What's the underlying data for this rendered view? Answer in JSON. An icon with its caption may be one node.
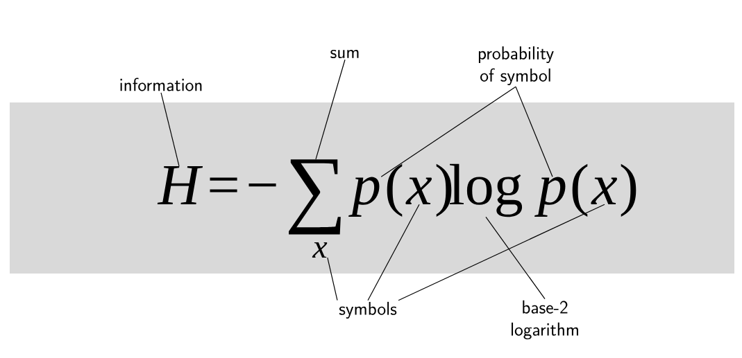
{
  "diagram": {
    "nodes": [
      {
        "text": [
          "information"
        ]
      },
      {
        "text": [
          "sum"
        ]
      },
      {
        "text": [
          "probability of symbol"
        ]
      },
      {
        "text": [
          "H"
        ]
      },
      {
        "text": [
          "∑"
        ]
      },
      {
        "text": [
          "p"
        ]
      },
      {
        "text": [
          "x"
        ]
      },
      {
        "text": [
          "log"
        ]
      },
      {
        "text": [
          "p"
        ]
      },
      {
        "text": [
          "x"
        ]
      },
      {
        "text": [
          "x"
        ]
      },
      {
        "text": [
          "symbols"
        ]
      },
      {
        "text": [
          "base-2 logarithm"
        ]
      }
    ],
    "edges": [
      {
        "from": 0,
        "to": 3,
        "arrow": "none"
      },
      {
        "from": 1,
        "to": 4,
        "arrow": "none"
      },
      {
        "from": 2,
        "to": 5,
        "arrow": "none"
      },
      {
        "from": 2,
        "to": 8,
        "arrow": "none"
      },
      {
        "from": 11,
        "to": 10,
        "arrow": "none"
      },
      {
        "from": 11,
        "to": 6,
        "arrow": "none"
      },
      {
        "from": 11,
        "to": 9,
        "arrow": "none"
      },
      {
        "from": 12,
        "to": 7,
        "arrow": "none"
      }
    ],
    "labels": [
      "=",
      "−",
      "(",
      ")",
      "(",
      ")"
    ]
  }
}
